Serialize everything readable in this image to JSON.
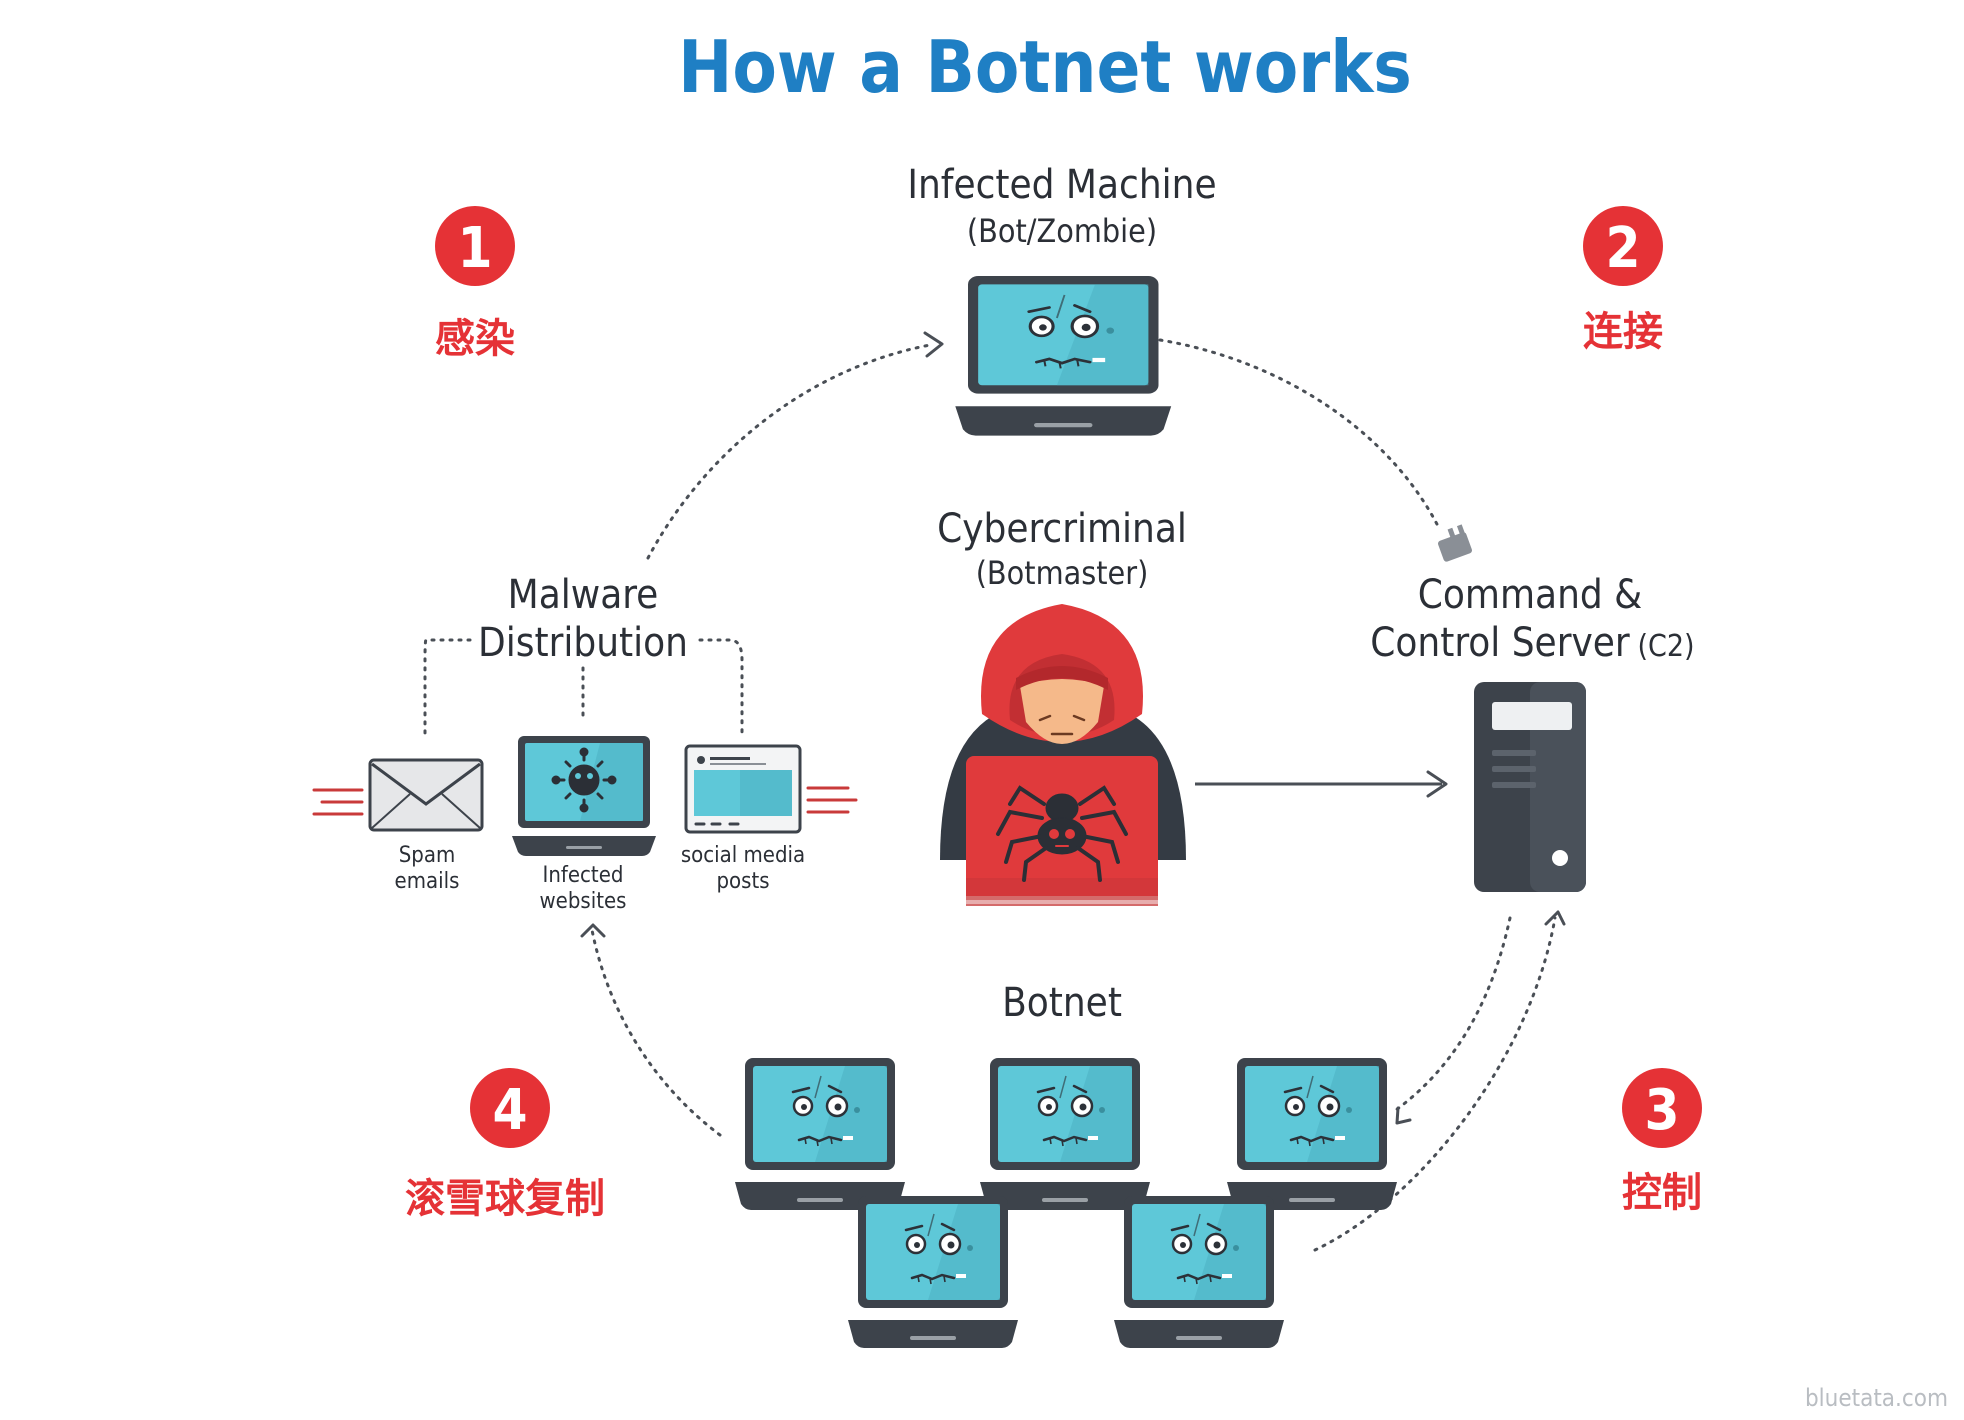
{
  "title": "How a Botnet works",
  "infected_machine": {
    "title": "Infected Machine",
    "subtitle": "(Bot/Zombie)"
  },
  "cybercriminal": {
    "title": "Cybercriminal",
    "subtitle": "(Botmaster)"
  },
  "malware": {
    "title_line1": "Malware",
    "title_line2": "Distribution",
    "spam_line1": "Spam",
    "spam_line2": "emails",
    "websites_line1": "Infected",
    "websites_line2": "websites",
    "social_line1": "social media",
    "social_line2": "posts"
  },
  "c2": {
    "line1": "Command &",
    "line2": "Control Server",
    "abbr": "(C2)"
  },
  "botnet": {
    "title": "Botnet"
  },
  "steps": [
    {
      "number": "1",
      "label": "感染"
    },
    {
      "number": "2",
      "label": "连接"
    },
    {
      "number": "3",
      "label": "控制"
    },
    {
      "number": "4",
      "label": "滚雪球复制"
    }
  ],
  "watermark": "bluetata.com",
  "colors": {
    "title_blue": "#1f7fc4",
    "step_red": "#e53236",
    "screen_cyan": "#5ec8d8",
    "laptop_dark": "#3d434b",
    "hood_red": "#e03a3c"
  }
}
